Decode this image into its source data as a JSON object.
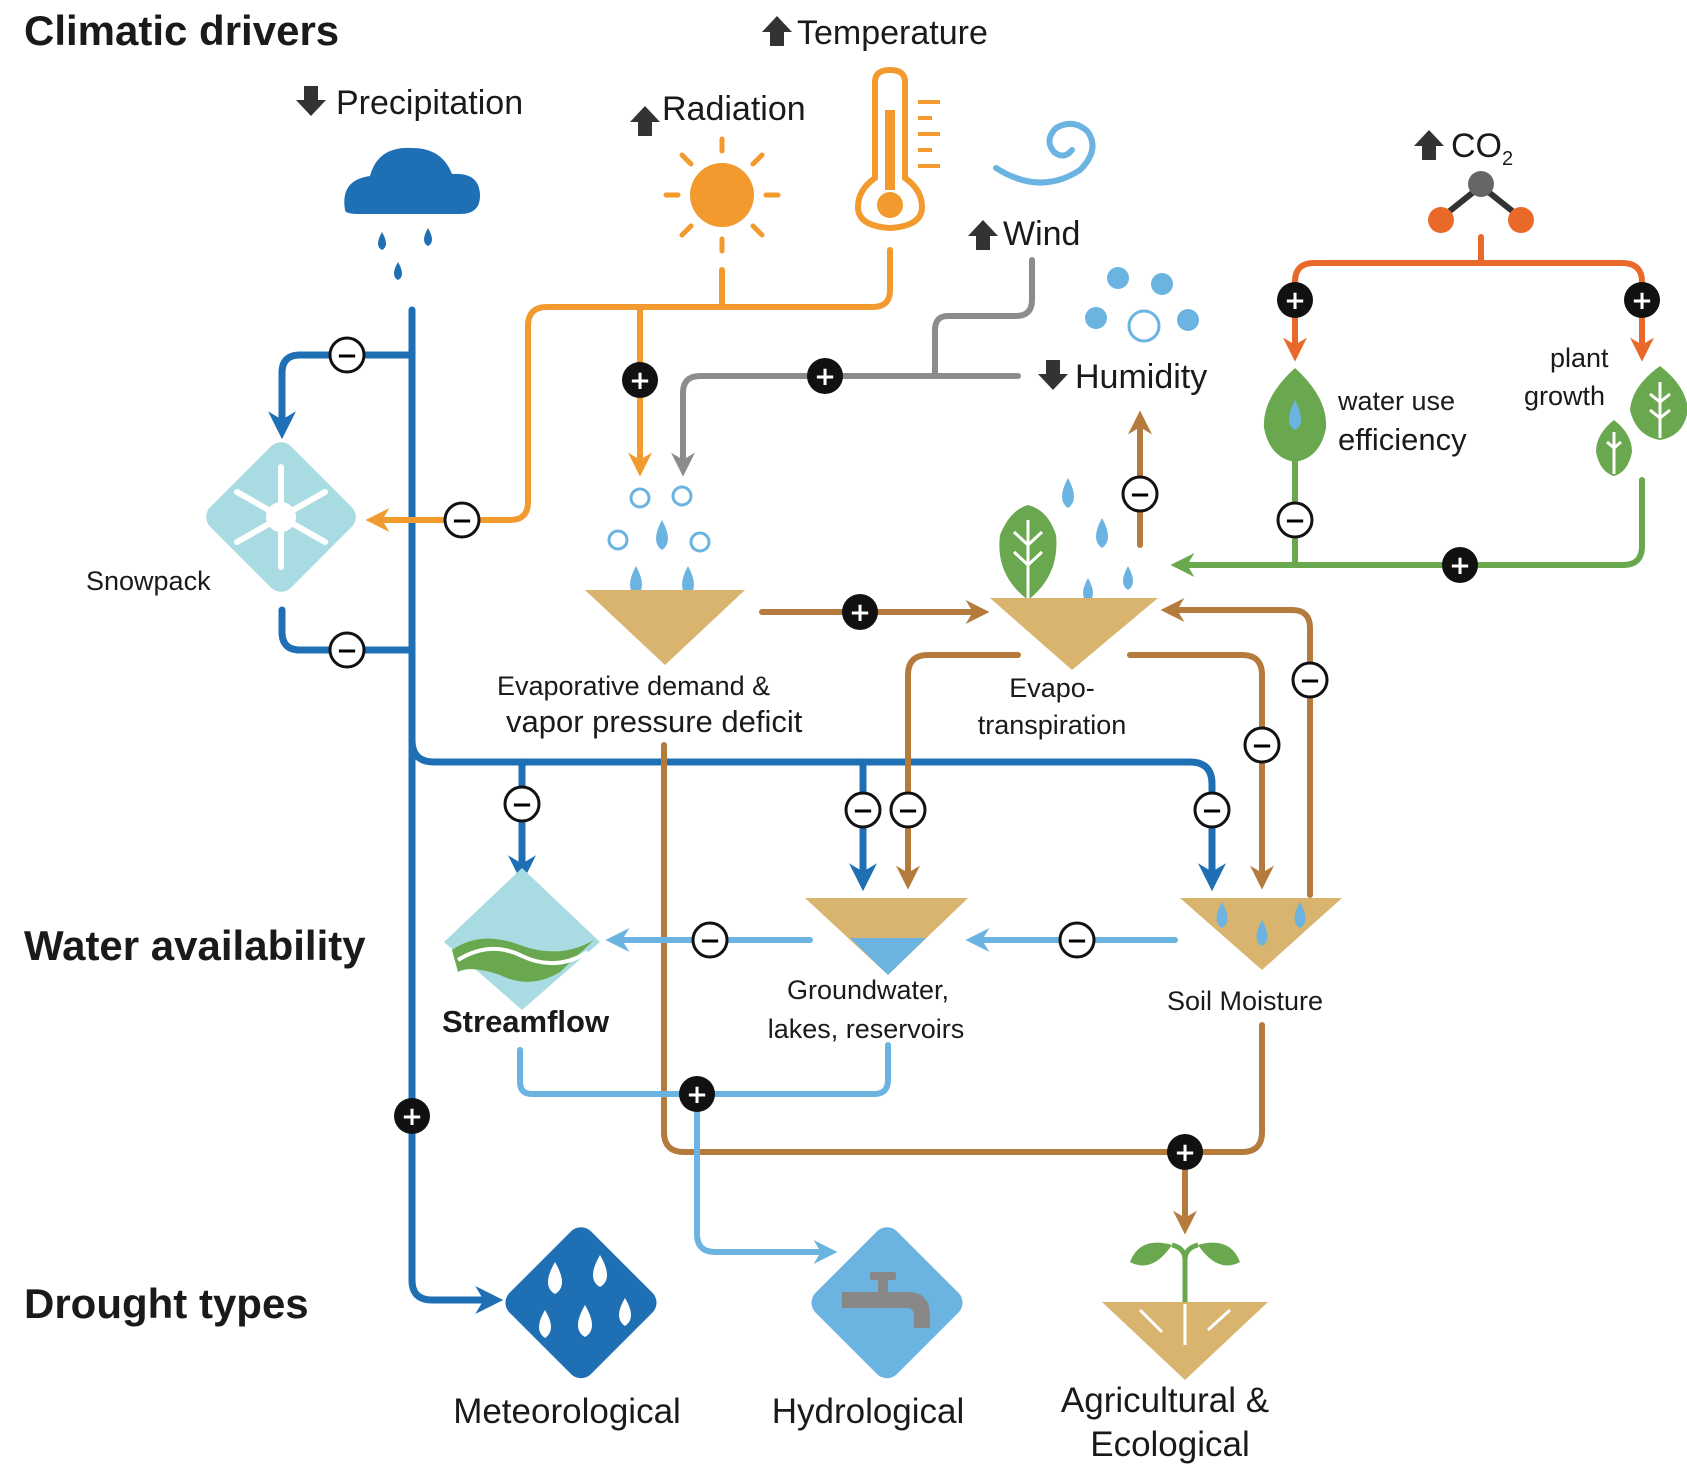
{
  "sections": {
    "climatic_drivers": "Climatic drivers",
    "water_availability": "Water availability",
    "drought_types": "Drought types"
  },
  "drivers": {
    "precipitation": {
      "label": "Precipitation",
      "trend": "decrease"
    },
    "radiation": {
      "label": "Radiation",
      "trend": "increase"
    },
    "temperature": {
      "label": "Temperature",
      "trend": "increase"
    },
    "wind": {
      "label": "Wind",
      "trend": "increase"
    },
    "humidity": {
      "label": "Humidity",
      "trend": "decrease"
    },
    "co2": {
      "label": "CO",
      "subscript": "2",
      "trend": "increase"
    }
  },
  "nodes": {
    "snowpack": "Snowpack",
    "evap_demand_line1": "Evaporative demand &",
    "evap_demand_line2": "vapor pressure deficit",
    "evapotranspiration_line1": "Evapo-",
    "evapotranspiration_line2": "transpiration",
    "water_use_line1": "water use",
    "water_use_line2": "efficiency",
    "plant_growth_line1": "plant",
    "plant_growth_line2": "growth",
    "streamflow": "Streamflow",
    "groundwater_line1": "Groundwater,",
    "groundwater_line2": "lakes, reservoirs",
    "soil_moisture": "Soil Moisture"
  },
  "drought_types": {
    "meteorological": "Meteorological",
    "hydrological": "Hydrological",
    "agri_line1": "Agricultural &",
    "agri_line2": "Ecological"
  },
  "signs": {
    "plus": "+",
    "minus": "−"
  },
  "colors": {
    "precipitation_blue": "#1f6fb5",
    "light_blue": "#6bb3e0",
    "orange": "#f29a2e",
    "gray": "#8c8c8c",
    "brown": "#b57b3c",
    "tan": "#d9b46e",
    "co2_orange": "#e8692a",
    "green": "#6aa84f",
    "snow_teal": "#a8dbe2"
  }
}
